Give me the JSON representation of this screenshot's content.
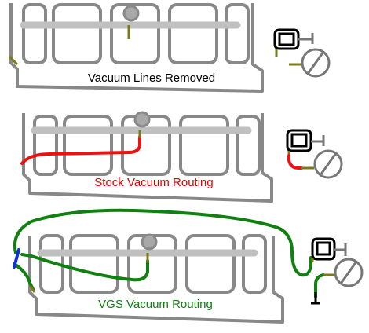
{
  "panels": [
    {
      "caption": "Vacuum Lines Removed"
    },
    {
      "caption": "Stock Vacuum Routing"
    },
    {
      "caption": "VGS Vacuum Routing"
    }
  ],
  "colors": {
    "stock_line": "#ee1111",
    "vgs_line": "#108010",
    "connector": "#1030dd",
    "manifold": "#888888",
    "rail": "#c0c0c0",
    "ports": "#7a7a1a",
    "caption_removed": "#000000",
    "caption_stock": "#dd0000",
    "caption_vgs": "#108010"
  },
  "icons": {
    "valve": "vacuum-valve-icon",
    "throttle": "throttle-body-icon",
    "manifold": "intake-manifold-icon"
  }
}
